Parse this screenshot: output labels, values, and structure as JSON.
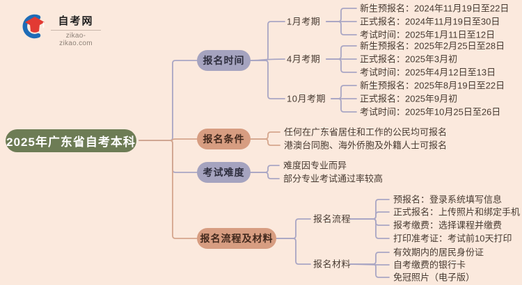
{
  "logo": {
    "site_name": "自考网",
    "site_domain": "zikao-zikao.com"
  },
  "colors": {
    "background": "#fbe9dd",
    "root_bg": "#6d7c55",
    "root_text": "#ffffff",
    "branch_gray_bg": "#a5a3bf",
    "branch_salmon_bg": "#d79d81",
    "line_gray": "#a9a6c4",
    "line_salmon": "#d5a68d",
    "leaf_text": "#473a31",
    "logo_cap_red": "#e23a33",
    "logo_swoosh_blue": "#1e6cb7"
  },
  "mindmap": {
    "root": {
      "label": "2025年广东省自考本科"
    },
    "branches": [
      {
        "label": "报名时间",
        "children": [
          {
            "label": "1月考期",
            "leaves": [
              "新生预报名：2024年11月19日至22日",
              "正式报名：2024年11月19日至30日",
              "考试时间：2025年1月11日至12日"
            ]
          },
          {
            "label": "4月考期",
            "leaves": [
              "新生预报名：2025年2月25日至28日",
              "正式报名：2025年3月初",
              "考试时间：2025年4月12日至13日"
            ]
          },
          {
            "label": "10月考期",
            "leaves": [
              "新生预报名：2025年8月19日至22日",
              "正式报名：2025年9月初",
              "考试时间：2025年10月25日至26日"
            ]
          }
        ]
      },
      {
        "label": "报名条件",
        "leaves": [
          "任何在广东省居住和工作的公民均可报名",
          "港澳台同胞、海外侨胞及外籍人士可报名"
        ]
      },
      {
        "label": "考试难度",
        "leaves": [
          "难度因专业而异",
          "部分专业考试通过率较高"
        ]
      },
      {
        "label": "报名流程及材料",
        "children": [
          {
            "label": "报名流程",
            "leaves": [
              "预报名：登录系统填写信息",
              "正式报名：上传照片和绑定手机",
              "报考缴费：选择课程并缴费",
              "打印准考证：考试前10天打印"
            ]
          },
          {
            "label": "报名材料",
            "leaves": [
              "有效期内的居民身份证",
              "自考缴费的银行卡",
              "免冠照片（电子版）"
            ]
          }
        ]
      }
    ]
  }
}
